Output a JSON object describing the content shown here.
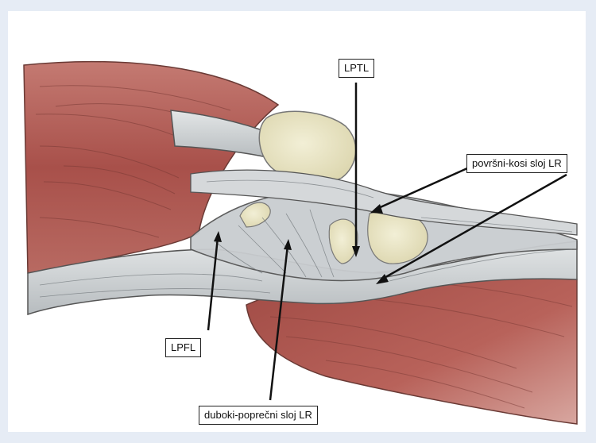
{
  "labels": {
    "lptl": "LPTL",
    "superficial_layer": "površni-kosi sloj LR",
    "lpfl": "LPFL",
    "deep_layer": "duboki-poprečni sloj LR"
  },
  "colors": {
    "background": "#e6ecf5",
    "muscle": "#b65e57",
    "tendon": "#cfd3d5",
    "bone": "#e8e4c4",
    "arrow": "#111111"
  }
}
